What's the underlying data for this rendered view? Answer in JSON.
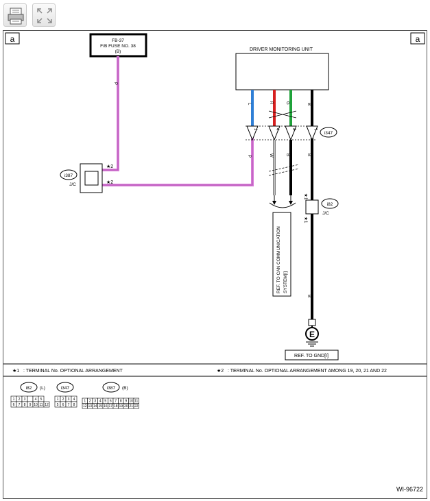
{
  "toolbar": {
    "print_icon": "printer-icon",
    "expand_icon": "expand-icon"
  },
  "diagram": {
    "page_marker_left": "a",
    "page_marker_right": "a",
    "fuse": {
      "line1": "FB-37",
      "line2": "F/B FUSE NO. 38",
      "line3": "(B)"
    },
    "unit_title": "DRIVER MONITORING UNIT",
    "wire_colors": {
      "fuse_wire": "P",
      "unit_l": "L",
      "unit_r": "R",
      "unit_g": "G",
      "unit_b": "B",
      "below_p": "P",
      "below_w": "W",
      "below_b1": "B",
      "below_b2": "B",
      "below_b3": "B",
      "below_b4": "B"
    },
    "pins": {
      "p1": "1",
      "p4": "4",
      "p8": "8",
      "p7": "7"
    },
    "connector_i347": "i347",
    "connector_i387": "i387",
    "jc_label_left": "J/C",
    "star2_upper": "★2",
    "star2_lower": "★2",
    "connector_i82": "i82",
    "jc_label_right": "J/C",
    "star1_upper": "★1",
    "star1_lower": "★1",
    "can_ref_line1": "REF. TO CAN COMMUNICATION",
    "can_ref_line2": "SYSTEM[I]",
    "ground_symbol": "E",
    "gnd_ref": "REF. TO GND[I]",
    "notes": {
      "note1_mark": "★1",
      "note1_text": ": TERMINAL No. OPTIONAL ARRANGEMENT",
      "note2_mark": "★2",
      "note2_text": ": TERMINAL No. OPTIONAL ARRANGEMENT AMONG 19, 20, 21 AND 22"
    },
    "connector_views": {
      "i82": {
        "name": "i82",
        "color": "(L)",
        "row1": [
          "1",
          "2",
          "3",
          "",
          "4",
          "5"
        ],
        "row2": [
          "6",
          "7",
          "8",
          "9",
          "10",
          "11",
          "12"
        ]
      },
      "i347": {
        "name": "i347",
        "color": "",
        "row1": [
          "1",
          "2",
          "3",
          "4"
        ],
        "row2": [
          "5",
          "6",
          "7",
          "8"
        ]
      },
      "i387": {
        "name": "i387",
        "color": "(B)",
        "row1": [
          "1",
          "2",
          "3",
          "4",
          "5",
          "6",
          "7",
          "8",
          "9",
          "10",
          "11"
        ],
        "row2": [
          "12",
          "13",
          "14",
          "15",
          "16",
          "17",
          "18",
          "19",
          "20",
          "21",
          "22"
        ]
      }
    },
    "figure_id": "WI-96722",
    "colors": {
      "pink": "#d97bd9",
      "blue": "#2f7fd6",
      "red": "#d62020",
      "green": "#1fa23a",
      "black": "#000000"
    }
  }
}
